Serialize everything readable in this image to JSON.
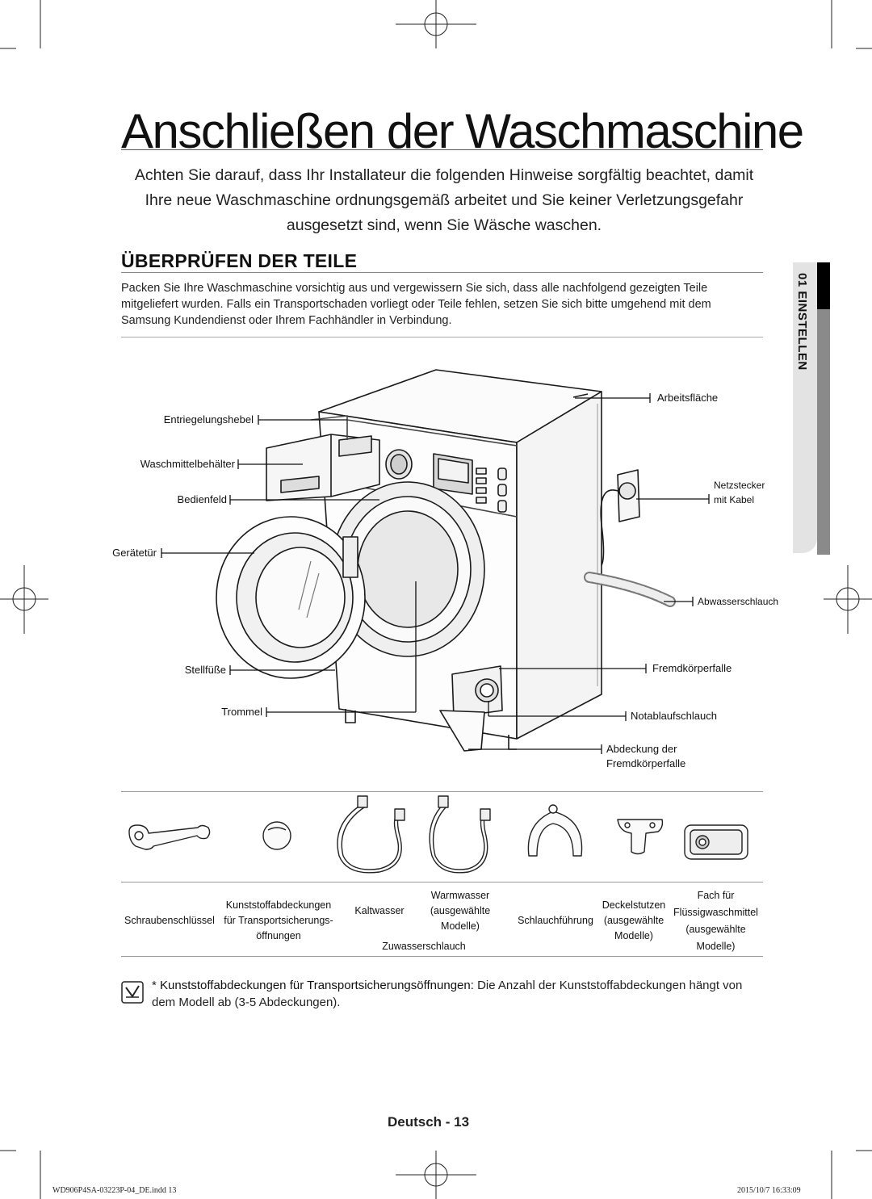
{
  "page": {
    "title": "Anschließen der Waschmaschine",
    "intro": "Achten Sie darauf, dass Ihr Installateur die folgenden Hinweise sorgfältig beachtet, damit Ihre neue Waschmaschine ordnungsgemäß arbeitet und Sie keiner Verletzungsgefahr ausgesetzt sind, wenn Sie Wäsche waschen."
  },
  "section": {
    "heading": "ÜBERPRÜFEN DER TEILE",
    "paragraph": "Packen Sie Ihre Waschmaschine vorsichtig aus und vergewissern Sie sich, dass alle nachfolgend gezeigten Teile mitgeliefert wurden. Falls ein Transportschaden vorliegt oder Teile fehlen, setzen Sie sich bitte umgehend mit dem Samsung Kundendienst oder Ihrem Fachhändler in Verbindung."
  },
  "side_tab": {
    "label": "01 EINSTELLEN"
  },
  "diagram_labels": {
    "entriegelungshebel": "Entriegelungshebel",
    "waschmittelbehaelter": "Waschmittelbehälter",
    "bedienfeld": "Bedienfeld",
    "geraetetuer": "Gerätetür",
    "stellfuesse": "Stellfüße",
    "trommel": "Trommel",
    "arbeitsflaeche": "Arbeitsfläche",
    "netzstecker_1": "Netzstecker",
    "netzstecker_2": "mit Kabel",
    "abwasserschlauch": "Abwasserschlauch",
    "fremdkoerperfalle": "Fremdkörperfalle",
    "notablaufschlauch": "Notablaufschlauch",
    "abdeckung_1": "Abdeckung der",
    "abdeckung_2": "Fremdkörperfalle"
  },
  "accessories": {
    "schraubenschluessel": "Schraubenschlüssel",
    "kunststoff_1": "Kunststoffabdeckungen",
    "kunststoff_2": "für Transportsicherungs-",
    "kunststoff_3": "öffnungen",
    "kaltwasser": "Kaltwasser",
    "warmwasser_1": "Warmwasser",
    "warmwasser_2": "(ausgewählte",
    "warmwasser_3": "Modelle)",
    "zuwasserschlauch": "Zuwasserschlauch",
    "schlauchfuehrung": "Schlauchführung",
    "deckel_1": "Deckelstutzen",
    "deckel_2": "(ausgewählte",
    "deckel_3": "Modelle)",
    "fach_1": "Fach für",
    "fach_2": "Flüssigwaschmittel",
    "fach_3": "(ausgewählte",
    "fach_4": "Modelle)"
  },
  "note": {
    "bold_part": "Kunststoffabdeckungen für Transportsicherungsöffnungen:",
    "rest_part": "Die Anzahl der Kunststoffabdeckungen hängt von dem Modell ab (3-5 Abdeckungen).",
    "asterisk": "*"
  },
  "footer": {
    "language": "Deutsch - 13",
    "file": "WD906P4SA-03223P-04_DE.indd   13",
    "timestamp": "2015/10/7   16:33:09"
  }
}
